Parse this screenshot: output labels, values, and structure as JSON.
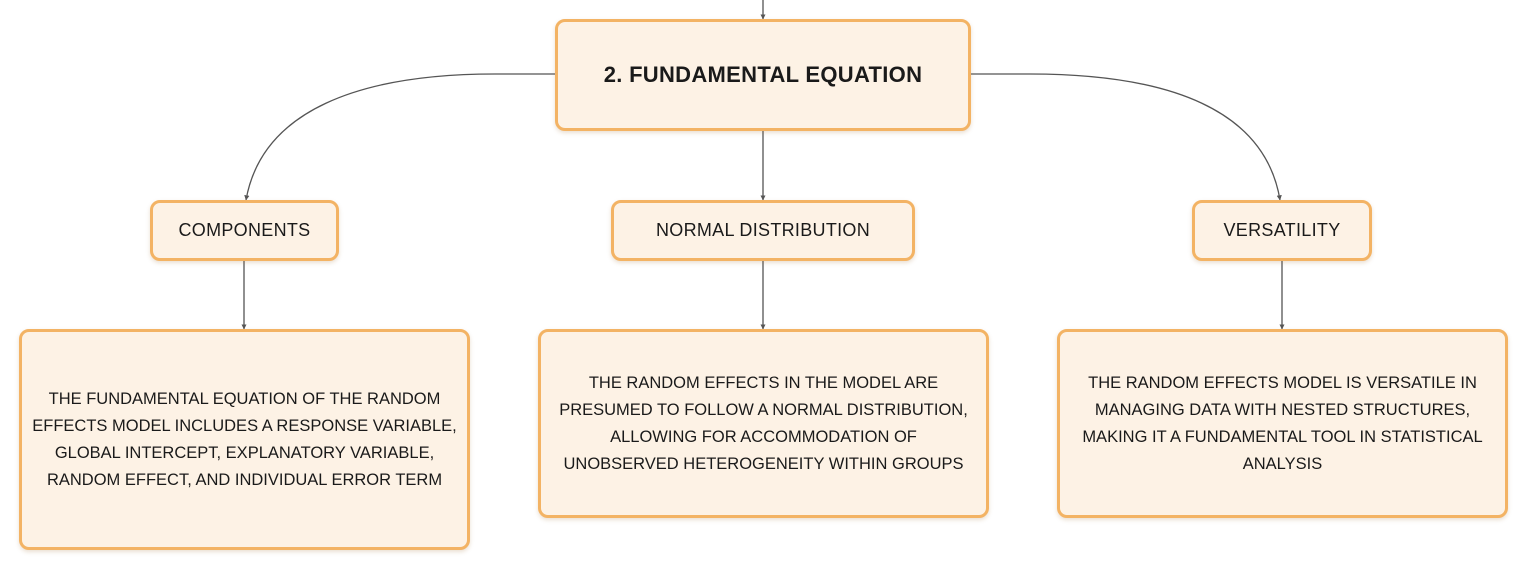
{
  "colors": {
    "node_fill": "#fdf2e5",
    "node_border": "#f3b364",
    "connector": "#555555",
    "text": "#1a1a1a"
  },
  "root": {
    "title": "2. FUNDAMENTAL EQUATION"
  },
  "branches": [
    {
      "label": "COMPONENTS",
      "detail": "THE FUNDAMENTAL EQUATION OF THE RANDOM EFFECTS MODEL INCLUDES A RESPONSE VARIABLE, GLOBAL INTERCEPT, EXPLANATORY VARIABLE, RANDOM EFFECT, AND INDIVIDUAL ERROR TERM"
    },
    {
      "label": "NORMAL DISTRIBUTION",
      "detail": "THE RANDOM EFFECTS IN THE MODEL ARE PRESUMED TO FOLLOW A NORMAL DISTRIBUTION, ALLOWING FOR ACCOMMODATION OF UNOBSERVED HETEROGENEITY WITHIN GROUPS"
    },
    {
      "label": "VERSATILITY",
      "detail": "THE RANDOM EFFECTS MODEL IS VERSATILE IN MANAGING DATA WITH NESTED STRUCTURES, MAKING IT A FUNDAMENTAL TOOL IN STATISTICAL ANALYSIS"
    }
  ]
}
